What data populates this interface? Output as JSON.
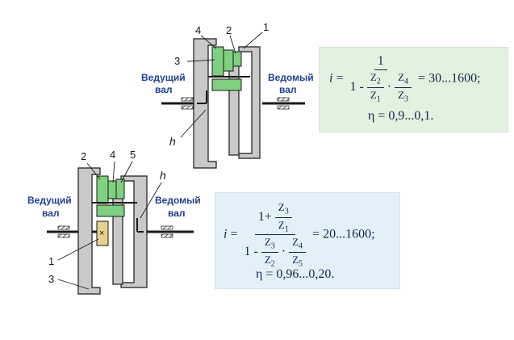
{
  "shaft_labels": {
    "driving_line1": "Ведущий",
    "driving_line2": "вал",
    "driven_line1": "Ведомый",
    "driven_line2": "вал"
  },
  "top_diagram": {
    "labels": {
      "n4": "4",
      "n2": "2",
      "n1": "1",
      "n3": "3",
      "h": "h"
    }
  },
  "bottom_diagram": {
    "labels": {
      "n2": "2",
      "n4": "4",
      "n5": "5",
      "h": "h",
      "n1": "1",
      "n3": "3"
    }
  },
  "formula_top": {
    "i": "i",
    "eq": "=",
    "numerator": "1",
    "den_prefix": "1 -",
    "z2": "Z",
    "z2_sub": "2",
    "z1": "Z",
    "z1_sub": "1",
    "z4": "Z",
    "z4_sub": "4",
    "z3": "Z",
    "z3_sub": "3",
    "dot": "·",
    "result": "= 30...1600;",
    "eta": "η = 0,9...0,1."
  },
  "formula_bottom": {
    "i": "i",
    "eq": "=",
    "num_prefix": "1+",
    "z3a": "Z",
    "z3a_sub": "3",
    "z1": "Z",
    "z1_sub": "1",
    "den_prefix": "1 -",
    "z3b": "Z",
    "z3b_sub": "3",
    "z2": "Z",
    "z2_sub": "2",
    "z4": "Z",
    "z4_sub": "4",
    "z5": "Z",
    "z5_sub": "5",
    "dot": "·",
    "result": "= 20...1600;",
    "eta": "η = 0,96...0,20."
  },
  "colors": {
    "housing": "#c9c9c9",
    "satellite": "#7fd07f",
    "carrier": "#e6d28c",
    "label_blue": "#1f3f93",
    "formula_green_bg": "#e3f2e0",
    "formula_blue_bg": "#e3f0f7"
  }
}
